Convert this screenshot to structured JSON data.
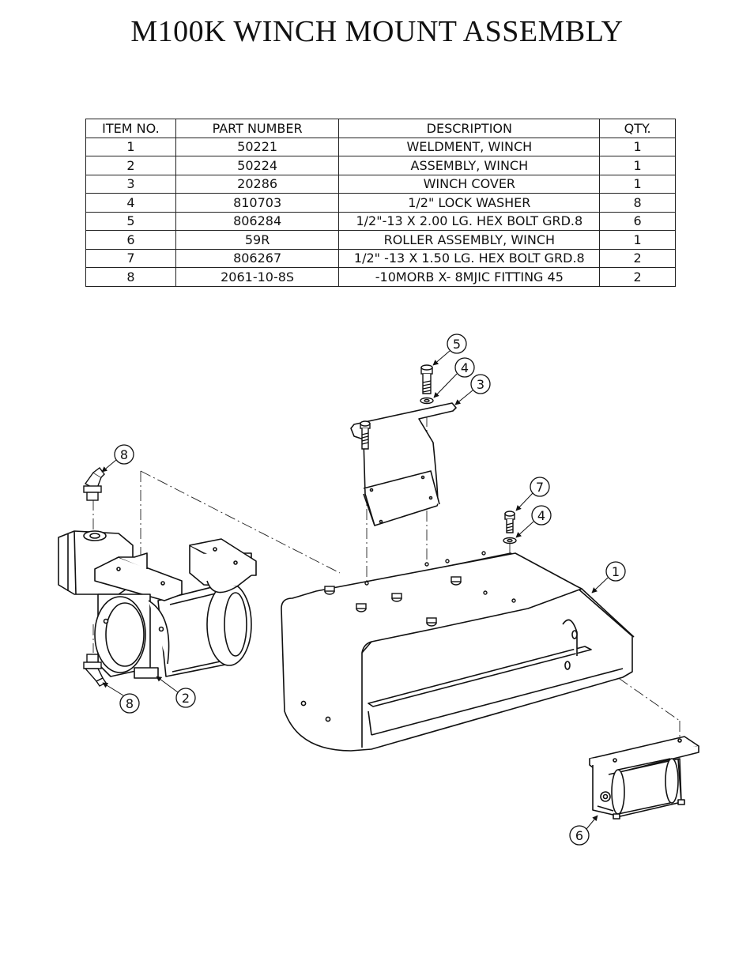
{
  "title": "M100K WINCH MOUNT ASSEMBLY",
  "bom": {
    "headers": [
      "ITEM NO.",
      "PART NUMBER",
      "DESCRIPTION",
      "QTY."
    ],
    "rows": [
      [
        "1",
        "50221",
        "WELDMENT, WINCH",
        "1"
      ],
      [
        "2",
        "50224",
        "ASSEMBLY, WINCH",
        "1"
      ],
      [
        "3",
        "20286",
        "WINCH COVER",
        "1"
      ],
      [
        "4",
        "810703",
        "1/2\" LOCK WASHER",
        "8"
      ],
      [
        "5",
        "806284",
        "1/2\"-13 X 2.00 LG. HEX BOLT GRD.8",
        "6"
      ],
      [
        "6",
        "59R",
        "ROLLER ASSEMBLY, WINCH",
        "1"
      ],
      [
        "7",
        "806267",
        "1/2\" -13 X 1.50 LG. HEX BOLT GRD.8",
        "2"
      ],
      [
        "8",
        "2061-10-8S",
        "-10MORB X- 8MJIC FITTING 45",
        "2"
      ]
    ]
  },
  "balloons": [
    "5",
    "4",
    "3",
    "8",
    "7",
    "4",
    "1",
    "8",
    "2",
    "6"
  ]
}
